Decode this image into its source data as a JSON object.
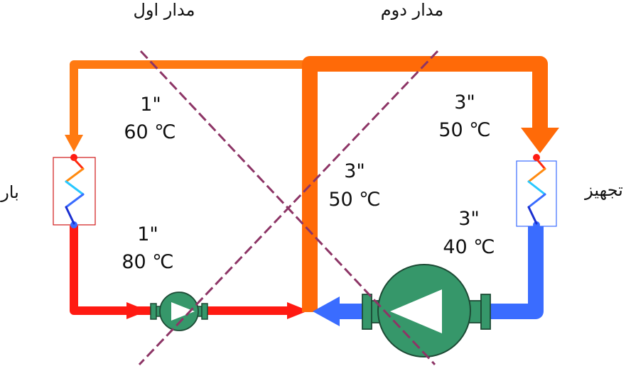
{
  "titles": {
    "primary_circuit": "مدار اول",
    "secondary_circuit": "مدار دوم"
  },
  "labels": {
    "load": "بار",
    "equipment": "تجهیز"
  },
  "pipes": {
    "primary_supply": {
      "size": "1\"",
      "temp": "60 ℃"
    },
    "primary_return": {
      "size": "1\"",
      "temp": "80 ℃"
    },
    "bridge": {
      "size": "3\"",
      "temp": "50 ℃"
    },
    "secondary_supply": {
      "size": "3\"",
      "temp": "50 ℃"
    },
    "secondary_return": {
      "size": "3\"",
      "temp": "40 ℃"
    }
  },
  "colors": {
    "hot": "#ff6a08",
    "very_hot": "#ff1a12",
    "cold": "#3a6cff",
    "pump": "#36976a",
    "cross_line": "#8d3566"
  }
}
